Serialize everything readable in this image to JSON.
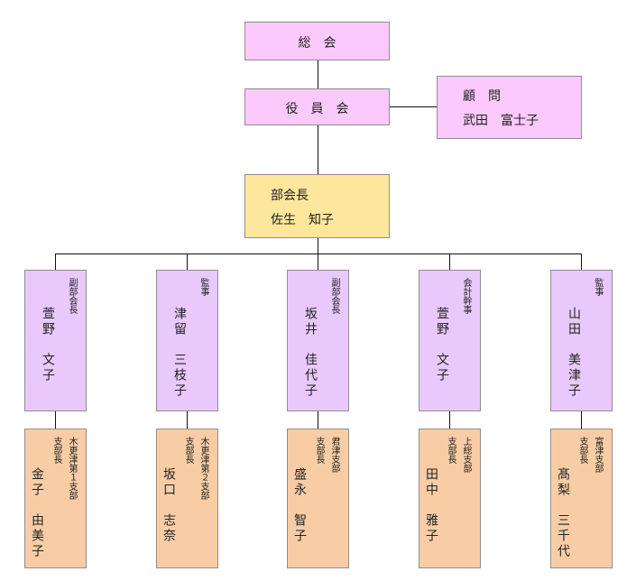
{
  "top": {
    "general_meeting": "総　会",
    "board_meeting": "役　員　会",
    "advisor": {
      "role": "顧　問",
      "name": "武田　富士子"
    },
    "director": {
      "role": "部会長",
      "name": "佐生　知子"
    }
  },
  "officers": [
    {
      "role": "副部会長",
      "name": "萱野　文子"
    },
    {
      "role": "監事",
      "name": "津留　三枝子"
    },
    {
      "role": "副部会長",
      "name": "坂井　佳代子"
    },
    {
      "role": "会計幹事",
      "name": "萱野　文子"
    },
    {
      "role": "監事",
      "name": "山田　美津子"
    }
  ],
  "branches": [
    {
      "branch": "木更津第１支部",
      "role": "支部長",
      "name": "金子　由美子"
    },
    {
      "branch": "木更津第２支部",
      "role": "支部長",
      "name": "坂口　志奈"
    },
    {
      "branch": "君津支部",
      "role": "支部長",
      "name": "盛永　智子"
    },
    {
      "branch": "上総支部",
      "role": "支部長",
      "name": "田中　雅子"
    },
    {
      "branch": "富津支部",
      "role": "支部長",
      "name": "髙梨　三千代"
    }
  ]
}
